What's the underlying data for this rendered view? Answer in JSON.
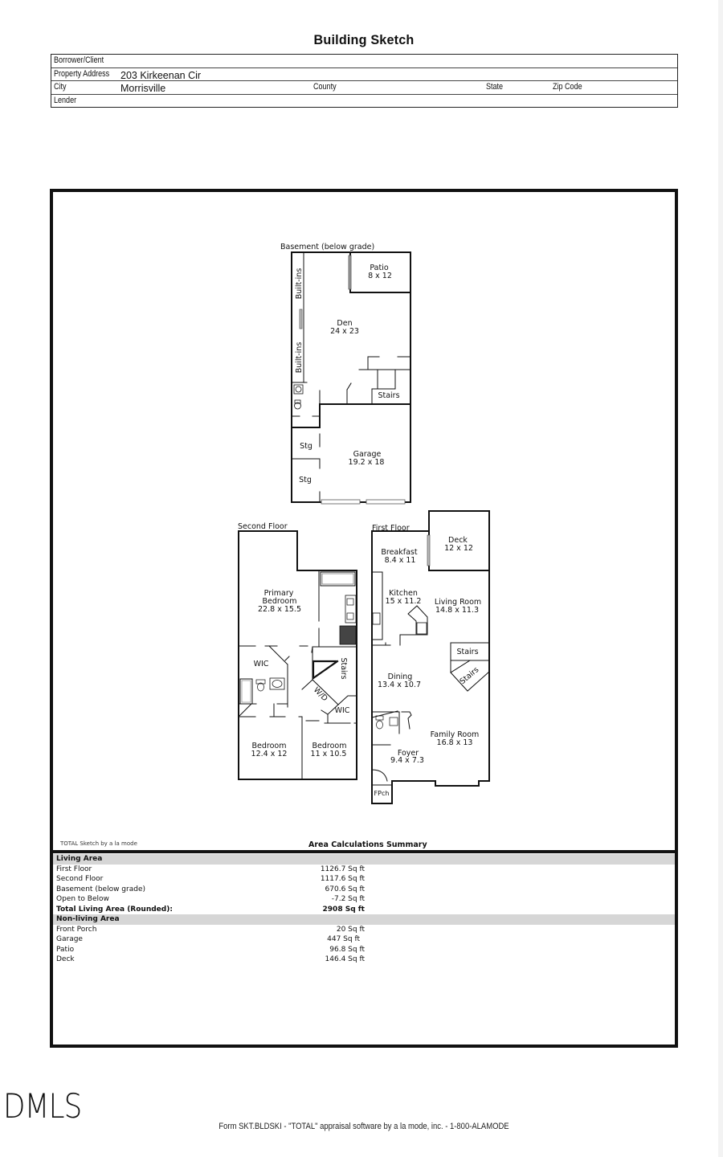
{
  "document": {
    "title": "Building Sketch",
    "header": {
      "borrower_label": "Borrower/Client",
      "borrower_value": "",
      "address_label": "Property Address",
      "address_value": "203 Kirkeenan Cir",
      "city_label": "City",
      "city_value": "Morrisville",
      "county_label": "County",
      "county_value": "",
      "state_label": "State",
      "state_value": "",
      "zip_label": "Zip Code",
      "zip_value": "",
      "lender_label": "Lender",
      "lender_value": ""
    },
    "floors": {
      "basement": {
        "title": "Basement (below grade)",
        "rooms": [
          {
            "name": "Patio",
            "dims": "8 x 12"
          },
          {
            "name": "Den",
            "dims": "24 x 23"
          },
          {
            "name": "Built-ins",
            "dims": ""
          },
          {
            "name": "Built-ins",
            "dims": ""
          },
          {
            "name": "Stairs",
            "dims": ""
          },
          {
            "name": "Stg",
            "dims": ""
          },
          {
            "name": "Stg",
            "dims": ""
          },
          {
            "name": "Garage",
            "dims": "19.2 x 18"
          }
        ]
      },
      "second": {
        "title": "Second Floor",
        "rooms": [
          {
            "name": "Primary Bedroom",
            "line1": "Primary",
            "line2": "Bedroom",
            "dims": "22.8 x 15.5"
          },
          {
            "name": "WIC",
            "dims": ""
          },
          {
            "name": "Stairs",
            "dims": ""
          },
          {
            "name": "W/D",
            "dims": ""
          },
          {
            "name": "WIC",
            "dims": ""
          },
          {
            "name": "Bedroom",
            "dims": "12.4 x 12"
          },
          {
            "name": "Bedroom",
            "dims": "11 x 10.5"
          }
        ]
      },
      "first": {
        "title": "First Floor",
        "rooms": [
          {
            "name": "Deck",
            "dims": "12 x 12"
          },
          {
            "name": "Breakfast",
            "dims": "8.4 x 11"
          },
          {
            "name": "Kitchen",
            "dims": "15 x 11.2"
          },
          {
            "name": "Living Room",
            "dims": "14.8 x 11.3"
          },
          {
            "name": "Stairs",
            "dims": ""
          },
          {
            "name": "Stairs",
            "dims": ""
          },
          {
            "name": "Dining",
            "dims": "13.4 x 10.7"
          },
          {
            "name": "Family Room",
            "dims": "16.8 x 13"
          },
          {
            "name": "Foyer",
            "dims": "9.4 x 7.3"
          },
          {
            "name": "FPch",
            "dims": ""
          }
        ]
      }
    },
    "sketch_credit": "TOTAL Sketch by a la mode",
    "area_summary": {
      "title": "Area Calculations Summary",
      "living_header": "Living Area",
      "living": [
        {
          "label": "First Floor",
          "value": "1126.7 Sq ft"
        },
        {
          "label": "Second Floor",
          "value": "1117.6 Sq ft"
        },
        {
          "label": "Basement (below grade)",
          "value": "670.6 Sq ft"
        },
        {
          "label": "Open to Below",
          "value": "-7.2 Sq ft"
        }
      ],
      "total": {
        "label": "Total Living Area (Rounded):",
        "value": "2908 Sq ft"
      },
      "nonliving_header": "Non-living Area",
      "nonliving": [
        {
          "label": "Front Porch",
          "value": "20 Sq ft"
        },
        {
          "label": "Garage",
          "value": "447 Sq ft"
        },
        {
          "label": "Patio",
          "value": "96.8 Sq ft"
        },
        {
          "label": "Deck",
          "value": "146.4 Sq ft"
        }
      ]
    },
    "watermark": "DMLS",
    "footer": "Form SKT.BLDSKI - \"TOTAL\" appraisal software by a la mode, inc. - 1-800-ALAMODE"
  }
}
